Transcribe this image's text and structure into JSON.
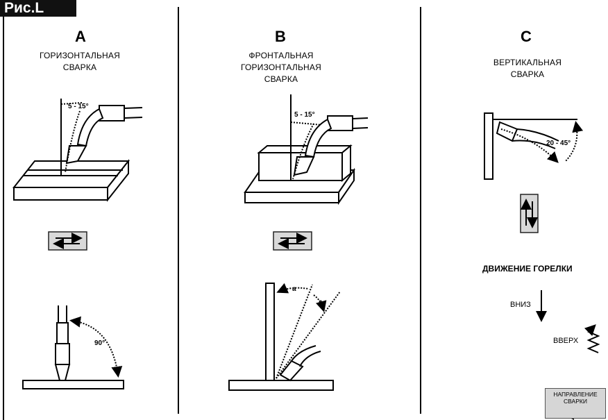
{
  "figure_label": "Рис.L",
  "columns": [
    {
      "letter": "A",
      "title_lines": [
        "ГОРИЗОНТАЛЬНАЯ",
        "СВАРКА"
      ],
      "angle_top": "5 - 15°",
      "angle_bottom": "90°"
    },
    {
      "letter": "B",
      "title_lines": [
        "ФРОНТАЛЬНАЯ",
        "ГОРИЗОНТАЛЬНАЯ",
        "СВАРКА"
      ],
      "angle_top": "5 - 15°",
      "angle_bottom_1": "a",
      "angle_bottom_2": "a"
    },
    {
      "letter": "C",
      "title_lines": [
        "ВЕРТИКАЛЬНАЯ",
        "СВАРКА"
      ],
      "angle_top": "20 - 45°"
    }
  ],
  "torch_motion": {
    "heading": "ДВИЖЕНИЕ ГОРЕЛКИ",
    "down": "ВНИЗ",
    "up": "ВВЕРХ"
  },
  "legend": {
    "line1": "НАПРАВЛЕНИЕ",
    "line2": "СВАРКИ"
  },
  "colors": {
    "button_fill": "#d9d9d9",
    "label_bg": "#111111"
  }
}
